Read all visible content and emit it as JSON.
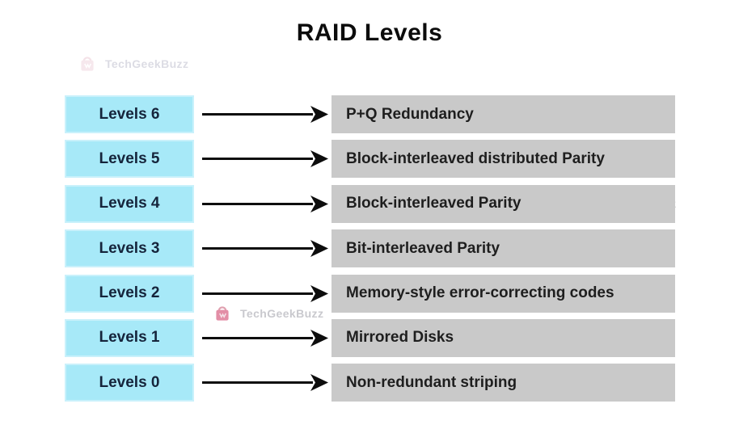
{
  "title": "RAID Levels",
  "watermark": {
    "text": "TechGeekBuzz"
  },
  "colors": {
    "level_box": "#a7e9f8",
    "desc_box": "#c9c9c9",
    "arrow": "#0d0d0d",
    "level_text": "#15243b",
    "desc_text": "#1e1e1e",
    "title_text": "#0c0c0c"
  },
  "rows": [
    {
      "level": "Levels 6",
      "description": "P+Q Redundancy"
    },
    {
      "level": "Levels 5",
      "description": "Block-interleaved distributed Parity"
    },
    {
      "level": "Levels 4",
      "description": "Block-interleaved Parity"
    },
    {
      "level": "Levels 3",
      "description": "Bit-interleaved Parity"
    },
    {
      "level": "Levels 2",
      "description": "Memory-style error-correcting codes"
    },
    {
      "level": "Levels 1",
      "description": "Mirrored Disks"
    },
    {
      "level": "Levels 0",
      "description": "Non-redundant striping"
    }
  ]
}
